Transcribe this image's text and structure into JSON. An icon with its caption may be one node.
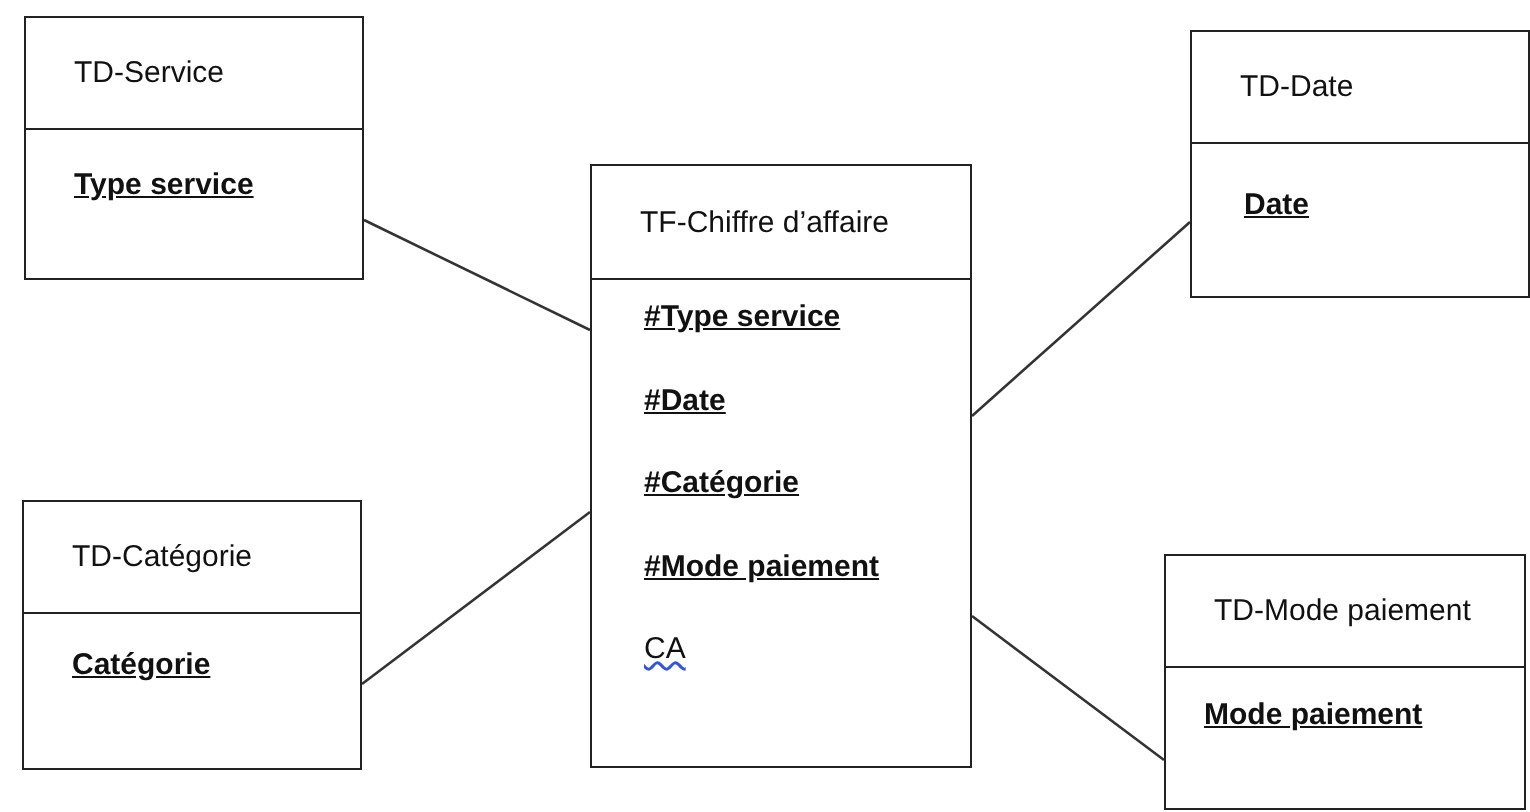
{
  "diagram": {
    "nodes": [
      {
        "text": [
          "TD-Service",
          "Type service"
        ]
      },
      {
        "text": [
          "TD-Date",
          "Date"
        ]
      },
      {
        "text": [
          "TF-Chiffre d’affaire",
          "#Type service",
          "#Date",
          "#Catégorie",
          "#Mode paiement",
          "CA"
        ]
      },
      {
        "text": [
          "TD-Catégorie",
          "Catégorie"
        ]
      },
      {
        "text": [
          "TD-Mode paiement",
          "Mode paiement"
        ]
      }
    ],
    "edges": [
      {
        "from": 0,
        "to": 2,
        "arrow": "none"
      },
      {
        "from": 1,
        "to": 2,
        "arrow": "none"
      },
      {
        "from": 3,
        "to": 2,
        "arrow": "none"
      },
      {
        "from": 4,
        "to": 2,
        "arrow": "none"
      }
    ]
  }
}
